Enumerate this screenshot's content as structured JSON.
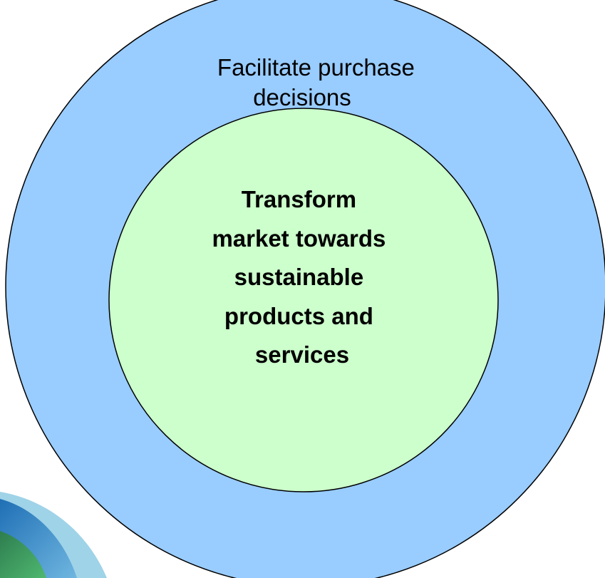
{
  "diagram": {
    "outer_circle": {
      "label_lines": [
        "Facilitate purchase",
        "decisions"
      ],
      "fill": "#99CCFF"
    },
    "inner_circle": {
      "label_lines": [
        "Transform",
        "market towards",
        "sustainable",
        "products and",
        "services"
      ],
      "fill": "#CCFFCC"
    },
    "corner_swoosh_colors": [
      "#1F6FB5",
      "#3FA96A",
      "#2E7D4F",
      "#9FD3E8"
    ]
  }
}
